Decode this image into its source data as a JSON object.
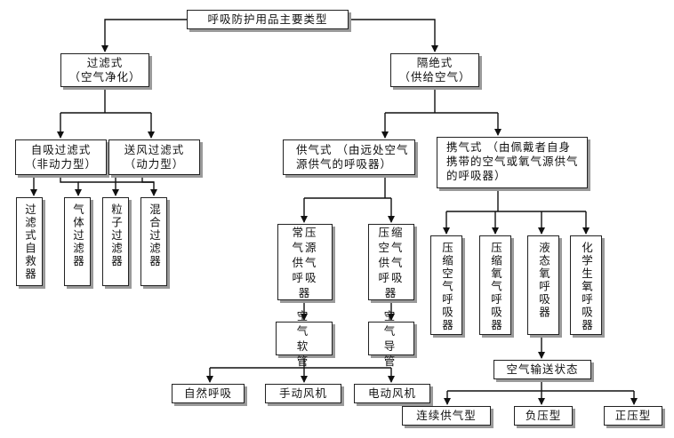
{
  "diagram": {
    "root": "呼吸防护用品主要类型",
    "filter": {
      "title": "过滤式",
      "sub": "（空气净化）"
    },
    "isolate": {
      "title": "隔绝式",
      "sub": "（供给空气）"
    },
    "self_filter": {
      "title": "自吸过滤式",
      "sub": "（非动力型）"
    },
    "blower_filter": {
      "title": "送风过滤式",
      "sub": "（动力型）"
    },
    "filter_leaves": [
      "过滤式自救器",
      "气体过滤器",
      "粒子过滤器",
      "混合过滤器"
    ],
    "supplied": "供气式 （由远处空气源供气的呼吸器）",
    "portable": "携气式 （由佩戴者自身携带的空气或氧气源供气的呼吸器）",
    "normal_pressure": "常压气源供气呼吸器",
    "compressed_supply": "压缩空气供气呼吸器",
    "air_hose": "空气软管",
    "air_line": "空气导管",
    "breathing": [
      "自然呼吸",
      "手动风机",
      "电动风机"
    ],
    "portable_leaves": [
      "压缩空气呼吸器",
      "压缩氧气呼吸器",
      "液态氧呼吸器",
      "化学生氧呼吸器"
    ],
    "air_state": "空气输送状态",
    "states": [
      "连续供气型",
      "负压型",
      "正压型"
    ]
  }
}
